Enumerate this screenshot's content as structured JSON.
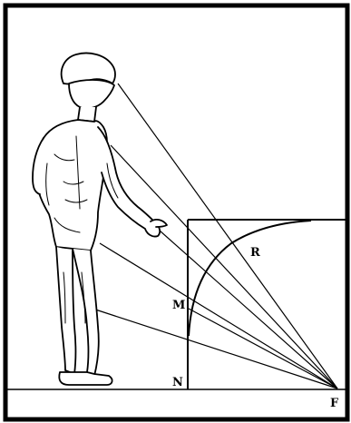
{
  "figure": {
    "labels": {
      "R": "R",
      "M": "M",
      "N": "N",
      "F": "F"
    },
    "ink_color": "#000000",
    "paper_color": "#ffffff"
  }
}
